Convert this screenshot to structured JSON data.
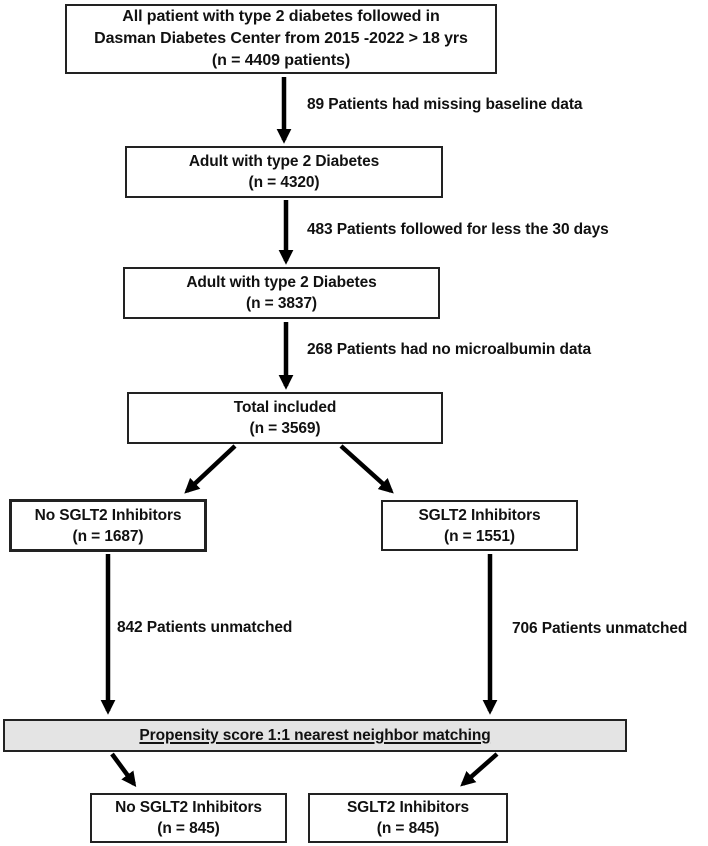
{
  "page": {
    "background_color": "#ffffff",
    "box_border_color": "#222222",
    "matching_box_fill": "#e4e4e4",
    "arrow_color": "#000000"
  },
  "flowchart": {
    "boxes": [
      {
        "name": "all-patients",
        "lines": [
          "All patient with type 2 diabetes followed in",
          "Dasman Diabetes Center from 2015 -2022 > 18 yrs",
          "(n = 4409 patients)"
        ]
      },
      {
        "name": "adult-4320",
        "lines": [
          "Adult with type 2 Diabetes",
          "(n = 4320)"
        ]
      },
      {
        "name": "adult-3837",
        "lines": [
          "Adult with type 2 Diabetes",
          "(n = 3837)"
        ]
      },
      {
        "name": "total-included",
        "lines": [
          "Total included",
          "(n = 3569)"
        ]
      },
      {
        "name": "no-sglt2-1687",
        "lines": [
          "No SGLT2 Inhibitors",
          "(n = 1687)"
        ]
      },
      {
        "name": "sglt2-1551",
        "lines": [
          "SGLT2 Inhibitors",
          "(n = 1551)"
        ]
      },
      {
        "name": "matching",
        "lines": [
          "Propensity score 1:1 nearest neighbor matching"
        ]
      },
      {
        "name": "no-sglt2-845",
        "lines": [
          "No SGLT2 Inhibitors",
          "(n = 845)"
        ]
      },
      {
        "name": "sglt2-845",
        "lines": [
          "SGLT2 Inhibitors",
          "(n = 845)"
        ]
      }
    ],
    "edge_labels": [
      {
        "name": "missing-baseline",
        "text": "89 Patients had missing baseline data"
      },
      {
        "name": "less-30-days",
        "text": "483 Patients followed for less the 30 days"
      },
      {
        "name": "no-microalbumin",
        "text": "268 Patients had no microalbumin data"
      },
      {
        "name": "unmatched-no-sglt2",
        "text": "842 Patients unmatched"
      },
      {
        "name": "unmatched-sglt2",
        "text": "706 Patients unmatched"
      }
    ]
  }
}
